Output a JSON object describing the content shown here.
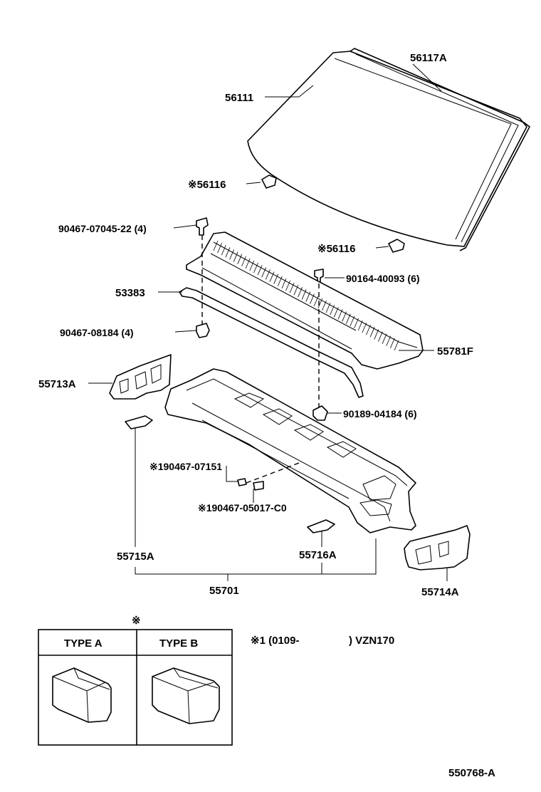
{
  "labels": {
    "p56117A": "56117A",
    "p56111": "56111",
    "p56116_upper": "※56116",
    "p56116_lower": "※56116",
    "p90467_07045": "90467-07045-22 (4)",
    "p90164": "90164-40093 (6)",
    "p53383": "53383",
    "p90467_08184": "90467-08184 (4)",
    "p55781F": "55781F",
    "p55713A": "55713A",
    "p90189": "90189-04184 (6)",
    "p90467_07151": "※190467-07151",
    "p90467_05017": "※190467-05017-C0",
    "p55715A": "55715A",
    "p55716A": "55716A",
    "p55701": "55701",
    "p55714A": "55714A"
  },
  "legend": {
    "marker": "※",
    "type_a": "TYPE  A",
    "type_b": "TYPE  B",
    "note_prefix": "※1 (0109-",
    "note_suffix": ") VZN170"
  },
  "drawing_id": "550768-A"
}
